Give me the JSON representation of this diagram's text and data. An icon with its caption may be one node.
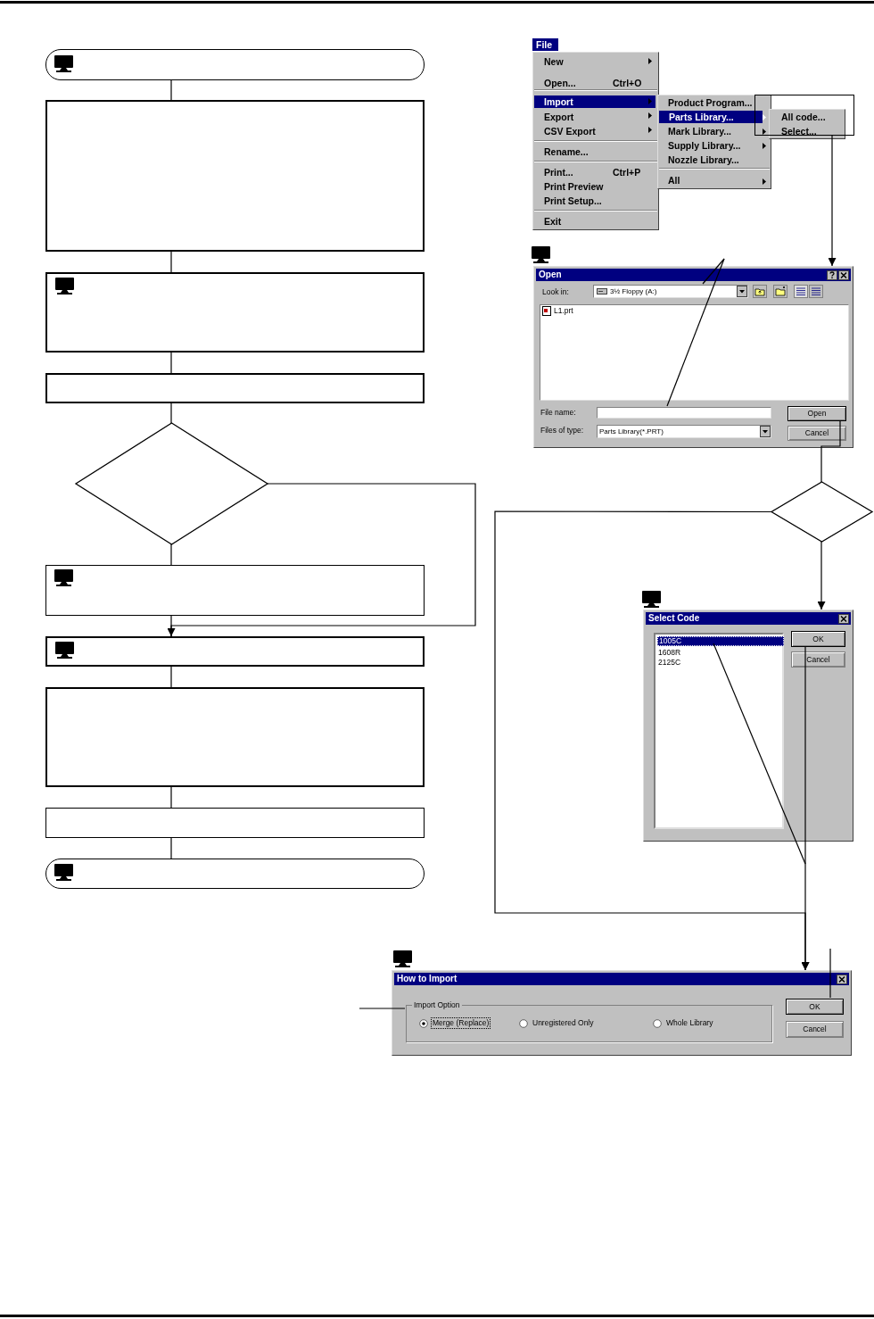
{
  "diagram": {
    "nodes": [
      {
        "text": [],
        "shape": "terminal"
      },
      {
        "text": [],
        "shape": "box"
      },
      {
        "text": [],
        "shape": "box"
      },
      {
        "text": [],
        "shape": "box"
      },
      {
        "text": [],
        "shape": "diamond"
      },
      {
        "text": [],
        "shape": "box"
      },
      {
        "text": [],
        "shape": "box"
      },
      {
        "text": [],
        "shape": "box"
      },
      {
        "text": [],
        "shape": "box"
      },
      {
        "text": [],
        "shape": "terminal"
      },
      {
        "text": [
          "File",
          "New",
          "Open...",
          "Ctrl+O",
          "Import",
          "Export",
          "CSV Export",
          "Rename...",
          "Print...",
          "Ctrl+P",
          "Print Preview",
          "Print Setup...",
          "Exit"
        ]
      },
      {
        "text": [
          "Product Program...",
          "Parts Library...",
          "Mark Library...",
          "Supply Library...",
          "Nozzle Library...",
          "All"
        ]
      },
      {
        "text": [
          "All code...",
          "Select..."
        ]
      },
      {
        "text": [],
        "shape": "box"
      },
      {
        "text": [
          "Open",
          "Look in:",
          "L1.prt",
          "File name:",
          "Files of type:"
        ]
      },
      {
        "text": [
          "3½ Floppy (A:)"
        ],
        "in": 14
      },
      {
        "text": [],
        "shape": "box",
        "in": 14
      },
      {
        "text": [
          "Parts Library(*.PRT)"
        ],
        "in": 14
      },
      {
        "text": [
          "Open"
        ],
        "in": 14
      },
      {
        "text": [
          "Cancel"
        ],
        "in": 14
      },
      {
        "text": [],
        "shape": "diamond"
      },
      {
        "text": [
          "Select Code"
        ]
      },
      {
        "text": [
          "1608R",
          "2125C"
        ],
        "in": 21
      },
      {
        "text": [
          "1005C"
        ],
        "in": 22
      },
      {
        "text": [
          "OK"
        ],
        "in": 21
      },
      {
        "text": [
          "Cancel"
        ],
        "in": 21
      },
      {
        "text": [
          "How to Import"
        ]
      },
      {
        "text": [
          "Import Option",
          "Merge (Replace)",
          "Unregistered Only",
          "Whole Library"
        ],
        "in": 26
      },
      {
        "text": [
          "OK"
        ],
        "in": 26
      },
      {
        "text": [
          "Cancel"
        ],
        "in": 26
      }
    ],
    "edges": [
      {
        "from": 0,
        "to": 1,
        "arrow": "none"
      },
      {
        "from": 1,
        "to": 2,
        "arrow": "none"
      },
      {
        "from": 2,
        "to": 3,
        "arrow": "none"
      },
      {
        "from": 3,
        "to": 4,
        "arrow": "none"
      },
      {
        "from": 4,
        "to": 5,
        "arrow": "none"
      },
      {
        "from": 5,
        "to": 6,
        "arrow": "none"
      },
      {
        "from": 4,
        "to": 6,
        "arrow": "to"
      },
      {
        "from": 6,
        "to": 7,
        "arrow": "none"
      },
      {
        "from": 7,
        "to": 8,
        "arrow": "none"
      },
      {
        "from": 8,
        "to": 9,
        "arrow": "none"
      },
      {
        "from": 13,
        "to": 14,
        "arrow": "to"
      },
      {
        "from": null,
        "to": 15,
        "arrow": "none"
      },
      {
        "from": null,
        "to": 16,
        "arrow": "none"
      },
      {
        "from": 18,
        "to": 20,
        "arrow": "none"
      },
      {
        "from": 20,
        "to": 21,
        "arrow": "to"
      },
      {
        "from": 20,
        "to": 26,
        "arrow": "to"
      },
      {
        "from": null,
        "to": 23,
        "arrow": "none"
      },
      {
        "from": 24,
        "to": 26,
        "arrow": "to"
      },
      {
        "from": null,
        "to": 27,
        "arrow": "none"
      },
      {
        "from": null,
        "to": 28,
        "arrow": "none"
      }
    ]
  }
}
